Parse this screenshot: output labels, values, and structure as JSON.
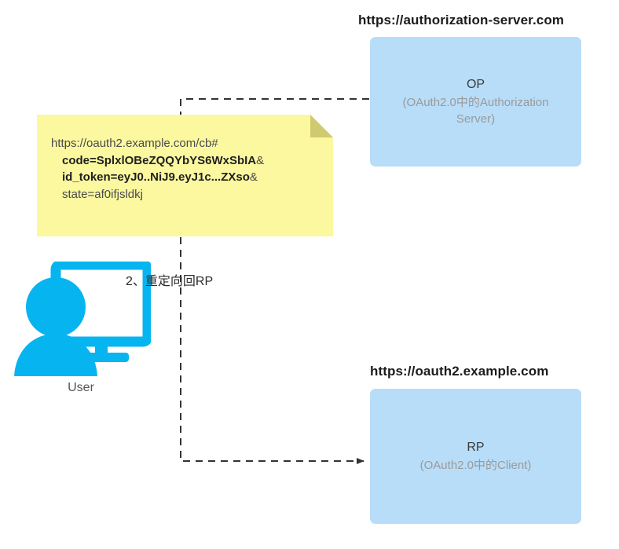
{
  "diagram": {
    "type": "oauth-oidc-redirect-flow",
    "background": "#ffffff",
    "colors": {
      "box_fill": "#b8ddf8",
      "note_fill": "#fbf8a0",
      "note_fold": "#cfca70",
      "user_icon": "#06b5ef",
      "line": "#333333"
    }
  },
  "authorization_server": {
    "url": "https://authorization-server.com",
    "name": "OP",
    "subtitle": "(OAuth2.0中的Authorization Server)"
  },
  "relying_party": {
    "url": "https://oauth2.example.com",
    "name": "RP",
    "subtitle": "(OAuth2.0中的Client)"
  },
  "note": {
    "line1": "https://oauth2.example.com/cb#",
    "line2_bold": "code=SplxlOBeZQQYbYS6WxSbIA",
    "line2_tail": "&",
    "line3_bold": "id_token=eyJ0..NiJ9.eyJ1c...ZXso",
    "line3_tail": "&",
    "line4": "state=af0ifjsldkj"
  },
  "user": {
    "label": "User",
    "icon": "user-computer-icon"
  },
  "flow": {
    "step_label": "2、重定向回RP"
  }
}
